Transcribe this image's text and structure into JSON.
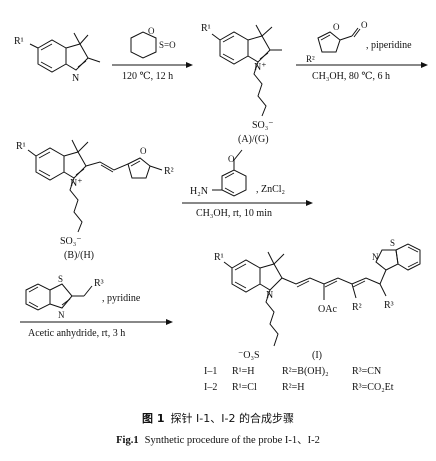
{
  "scheme": {
    "step1": {
      "conditions": "120 ℃, 12 h"
    },
    "step2": {
      "reagent_label": ", piperidine",
      "conditions": "CH₃OH, 80 ℃, 6 h"
    },
    "step3": {
      "reagent_label": ", ZnCl₂",
      "conditions": "CH₃OH, rt, 10 min"
    },
    "step4": {
      "reagent_label": ", pyridine",
      "conditions": "Acetic anhydride, rt, 3 h"
    },
    "labels": {
      "R1": "R¹",
      "R2": "R²",
      "R3": "R³",
      "N": "N",
      "N_plus": "N⁺",
      "O": "O",
      "S": "S",
      "S_O2": "S=O",
      "O_sub": "O",
      "SO3": "SO₃⁻",
      "O3S": "⁻O₃S",
      "H2N": "H₂N",
      "OAc": "OAc",
      "compound_AG": "(A)/(G)",
      "compound_BH": "(B)/(H)",
      "compound_I": "(I)"
    },
    "table": [
      {
        "id": "I–1",
        "r1": "R¹=H",
        "r2": "R²=B(OH)₂",
        "r3": "R³=CN"
      },
      {
        "id": "I–2",
        "r1": "R¹=Cl",
        "r2": "R²=H",
        "r3": "R³=CO₂Et"
      }
    ]
  },
  "caption": {
    "cn_num": "图 1",
    "cn_text": "探针 I-1、I-2 的合成步骤",
    "en_num": "Fig.1",
    "en_text": "Synthetic procedure of the probe I-1、I-2"
  }
}
